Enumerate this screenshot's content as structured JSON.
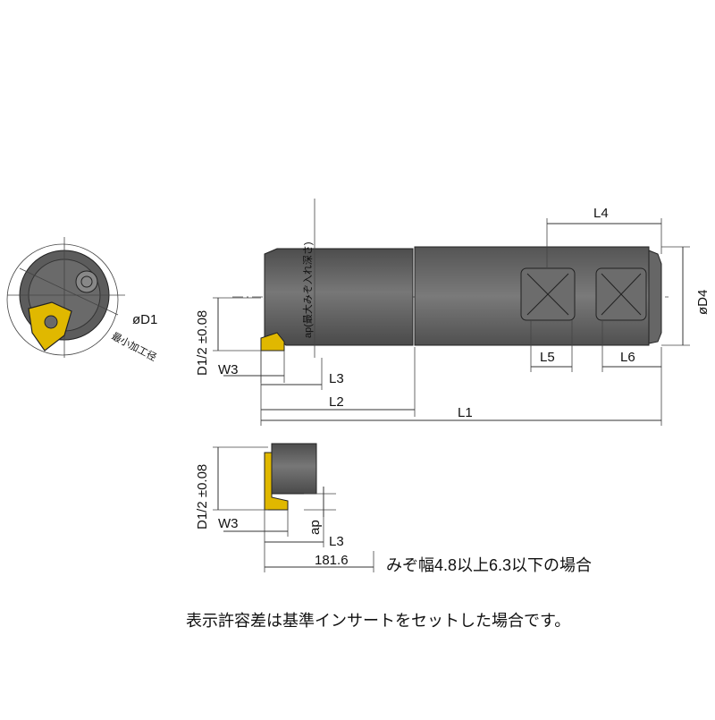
{
  "labels": {
    "phi_d1": "øD1",
    "d1_note": "最小加工径",
    "ap_note": "ap(最大みぞ入れ深さ)",
    "tol_top": "D1/2 ±0.08",
    "tol_bottom": "D1/2 ±0.08",
    "w3_top": "W3",
    "w3_bottom": "W3",
    "l1": "L1",
    "l2": "L2",
    "l3_top": "L3",
    "l3_bottom": "L3",
    "l4": "L4",
    "l5": "L5",
    "l6": "L6",
    "phi_d4": "øD4",
    "ap_bottom": "ap",
    "dim_1816": "181.6"
  },
  "notes": {
    "groove_case": "みぞ幅4.8以上6.3以下の場合",
    "tolerance": "表示許容差は基準インサートをセットした場合です。"
  },
  "colors": {
    "body_dark": "#5a5a5a",
    "body_mid": "#6e6e6e",
    "insert": "#e0b800",
    "line": "#333333"
  }
}
